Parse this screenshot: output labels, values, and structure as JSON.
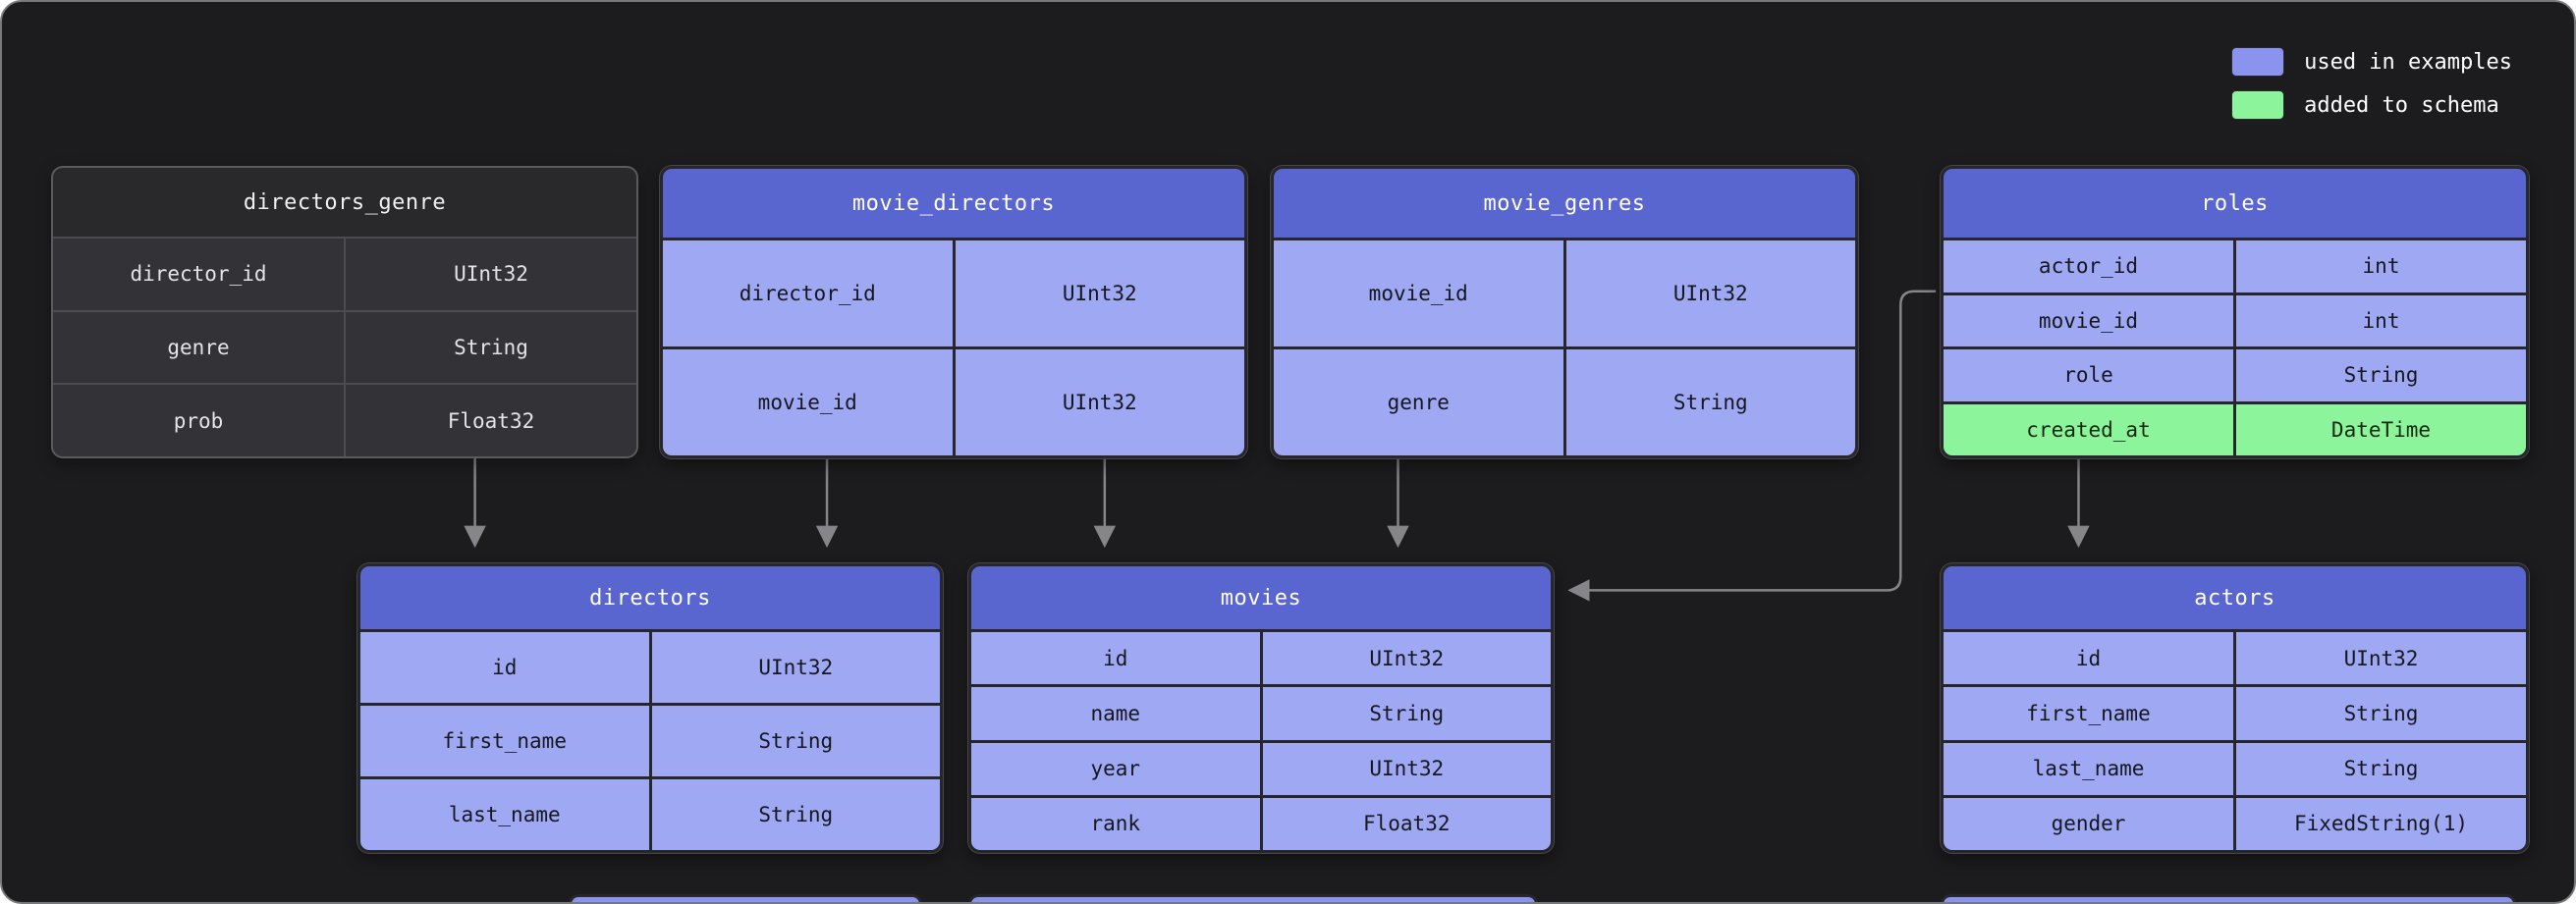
{
  "legend": {
    "items": [
      {
        "label": "used in examples",
        "color": "#8a94ef"
      },
      {
        "label": "added to schema",
        "color": "#8cf59b"
      }
    ]
  },
  "colors": {
    "canvas_background": "#1c1c1e",
    "table_header_blue": "#5a66cf",
    "table_cell_blue": "#9ea8f3",
    "added_row_green": "#8cf59b",
    "dark_table_cell": "#323237",
    "connector_gray": "#85858a"
  },
  "tables": {
    "directors_genre": {
      "title": "directors_genre",
      "columns": [
        {
          "name": "director_id",
          "type": "UInt32"
        },
        {
          "name": "genre",
          "type": "String"
        },
        {
          "name": "prob",
          "type": "Float32"
        }
      ]
    },
    "movie_directors": {
      "title": "movie_directors",
      "columns": [
        {
          "name": "director_id",
          "type": "UInt32"
        },
        {
          "name": "movie_id",
          "type": "UInt32"
        }
      ]
    },
    "movie_genres": {
      "title": "movie_genres",
      "columns": [
        {
          "name": "movie_id",
          "type": "UInt32"
        },
        {
          "name": "genre",
          "type": "String"
        }
      ]
    },
    "roles": {
      "title": "roles",
      "columns": [
        {
          "name": "actor_id",
          "type": "int"
        },
        {
          "name": "movie_id",
          "type": "int"
        },
        {
          "name": "role",
          "type": "String"
        },
        {
          "name": "created_at",
          "type": "DateTime",
          "status": "added to schema"
        }
      ]
    },
    "directors": {
      "title": "directors",
      "columns": [
        {
          "name": "id",
          "type": "UInt32"
        },
        {
          "name": "first_name",
          "type": "String"
        },
        {
          "name": "last_name",
          "type": "String"
        }
      ]
    },
    "movies": {
      "title": "movies",
      "columns": [
        {
          "name": "id",
          "type": "UInt32"
        },
        {
          "name": "name",
          "type": "String"
        },
        {
          "name": "year",
          "type": "UInt32"
        },
        {
          "name": "rank",
          "type": "Float32"
        }
      ]
    },
    "actors": {
      "title": "actors",
      "columns": [
        {
          "name": "id",
          "type": "UInt32"
        },
        {
          "name": "first_name",
          "type": "String"
        },
        {
          "name": "last_name",
          "type": "String"
        },
        {
          "name": "gender",
          "type": "FixedString(1)"
        }
      ]
    }
  }
}
